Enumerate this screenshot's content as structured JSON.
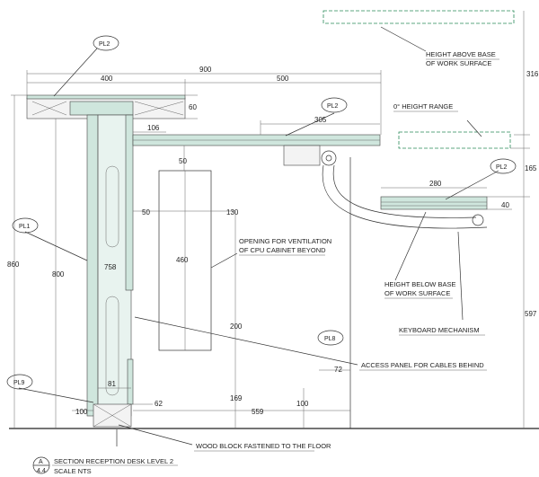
{
  "tags": {
    "pl2_top": "PL2",
    "pl2_mid": "PL2",
    "pl2_kb": "PL2",
    "pl1": "PL1",
    "pl8": "PL8",
    "pl9": "PL9"
  },
  "dims": {
    "d900": "900",
    "d400": "400",
    "d500": "500",
    "d60": "60",
    "d305": "305",
    "d106": "106",
    "d50a": "50",
    "d50b": "50",
    "d130": "130",
    "d460": "460",
    "d758": "758",
    "d800": "800",
    "d860": "860",
    "d200": "200",
    "d81": "81",
    "d62": "62",
    "d100a": "100",
    "d559": "559",
    "d169": "169",
    "d100b": "100",
    "d72": "72",
    "d280": "280",
    "d40": "40",
    "d316": "316",
    "d165": "165",
    "d597": "597"
  },
  "notes": {
    "height_above_1": "HEIGHT ABOVE BASE",
    "height_above_2": "OF WORK SURFACE",
    "zero_height": "0° HEIGHT RANGE",
    "opening_1": "OPENING FOR VENTILATION",
    "opening_2": "OF CPU CABINET BEYOND",
    "height_below_1": "HEIGHT BELOW BASE",
    "height_below_2": "OF WORK SURFACE",
    "keyboard": "KEYBOARD MECHANISM",
    "access_panel": "ACCESS PANEL FOR CABLES BEHIND",
    "wood_block": "WOOD BLOCK FASTENED TO THE FLOOR"
  },
  "title": {
    "ref_top": "A",
    "ref_bottom": "4.4",
    "line1": "SECTION RECEPTION DESK LEVEL 2",
    "line2": "SCALE NTS"
  }
}
